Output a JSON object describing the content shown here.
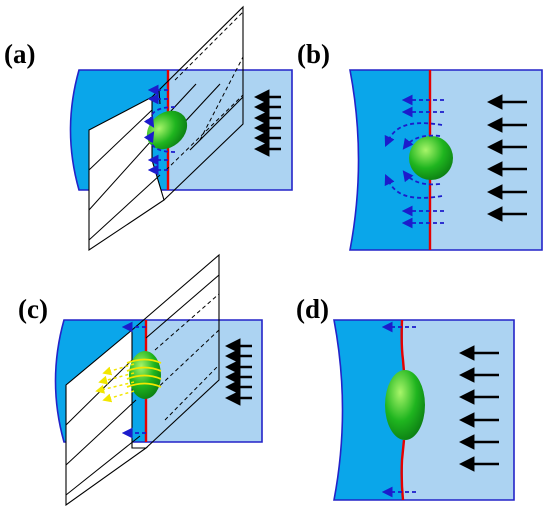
{
  "panels": [
    {
      "id": "a",
      "label": "(a)"
    },
    {
      "id": "b",
      "label": "(b)"
    },
    {
      "id": "c",
      "label": "(c)"
    },
    {
      "id": "d",
      "label": "(d)"
    }
  ],
  "colors": {
    "dark_region": "#0aa6ea",
    "light_region": "#acd3f2",
    "border": "#2323c8",
    "interface_line": "#e60000",
    "blue_arrow": "#1c1ccc",
    "black_arrow": "#000000",
    "yellow": "#f2e600",
    "particle_light": "#a8f56a",
    "particle_dark": "#0a7a12"
  },
  "icons": {
    "particle": "green-ellipsoid",
    "force_arrow": "left-arrow",
    "flow_arrow": "dashed-curved-arrow"
  }
}
